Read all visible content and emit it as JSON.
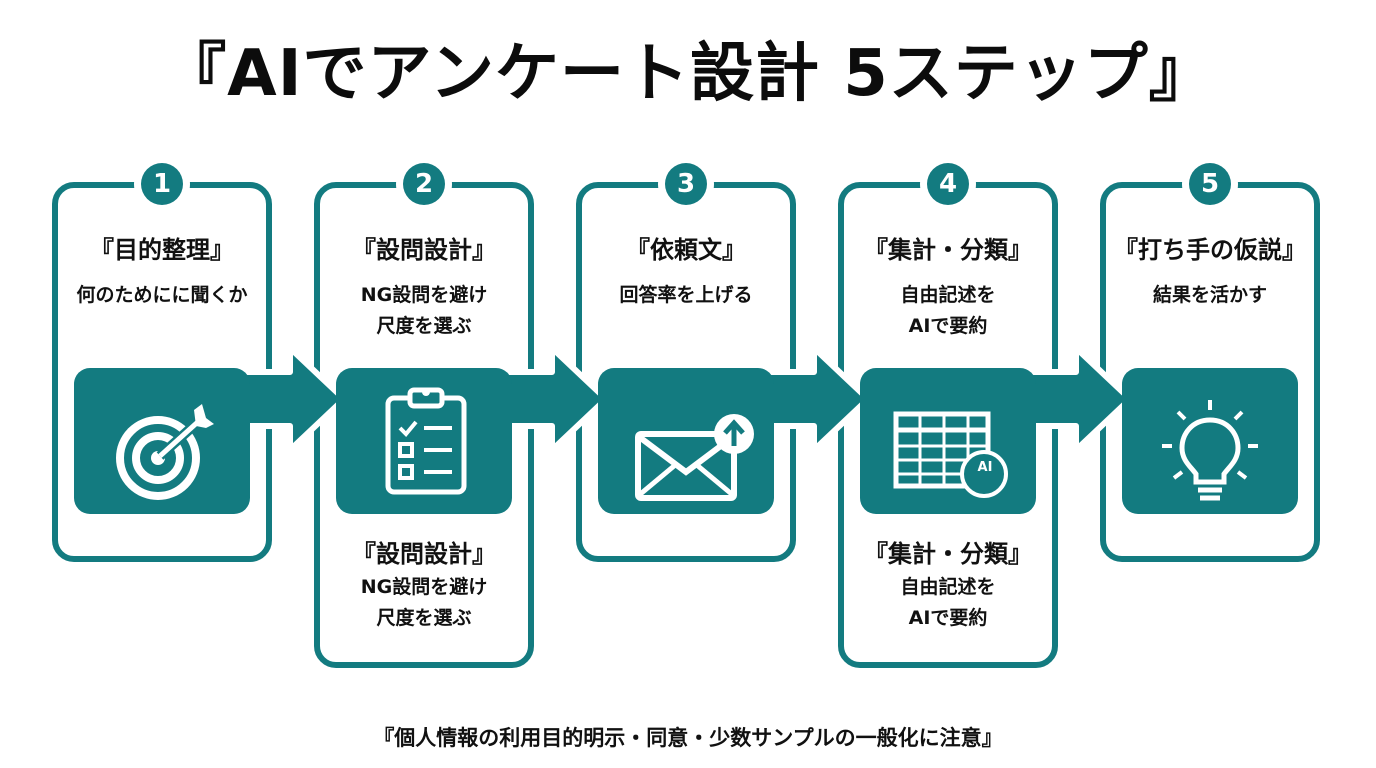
{
  "title": "『AIでアンケート設計 5ステップ』",
  "steps": [
    {
      "number": "1",
      "title": "『目的整理』",
      "line1": "何のためにに聞くか",
      "line2": ""
    },
    {
      "number": "2",
      "title": "『設問設計』",
      "line1": "NG設問を避け",
      "line2": "尺度を選ぶ"
    },
    {
      "number": "3",
      "title": "『依頼文』",
      "line1": "回答率を上げる",
      "line2": ""
    },
    {
      "number": "4",
      "title": "『集計・分類』",
      "line1": "自由記述を",
      "line2": "AIで要約"
    },
    {
      "number": "5",
      "title": "『打ち手の仮説』",
      "line1": "結果を活かす",
      "line2": ""
    }
  ],
  "repeat_2": {
    "title": "『設問設計』",
    "line1": "NG設問を避け",
    "line2": "尺度を選ぶ"
  },
  "repeat_4": {
    "title": "『集計・分類』",
    "line1": "自由記述を",
    "line2": "AIで要約"
  },
  "icons": [
    "target-icon",
    "checklist-icon",
    "envelope-upload-icon",
    "spreadsheet-ai-icon",
    "lightbulb-icon"
  ],
  "ai_badge": "AI",
  "footer": "『個人情報の利用目的明示・同意・少数サンプルの一般化に注意』",
  "colors": {
    "accent": "#137b80",
    "text": "#111111",
    "background": "#ffffff"
  }
}
